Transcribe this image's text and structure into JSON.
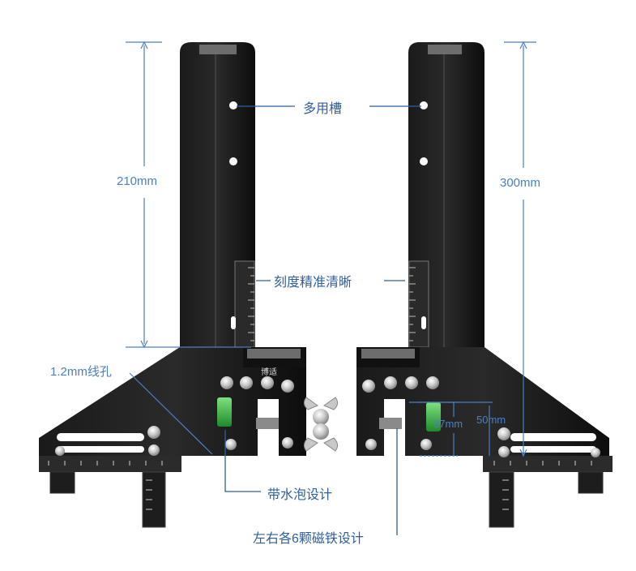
{
  "labels": {
    "slot": "多用槽",
    "scale": "刻度精准清晰",
    "bubble": "带水泡设计",
    "magnets": "左右各6颗磁铁设计",
    "hole": "1.2mm线孔",
    "left_height": "210mm",
    "right_height": "300mm",
    "dim_37": "37mm",
    "dim_50": "50mm"
  },
  "brand_mark": "博适",
  "colors": {
    "dimension_line": "#4b7fc2",
    "callout_line": "#2f5f9f",
    "tool_body": "#121212",
    "bubble": "#3fbf4a"
  }
}
